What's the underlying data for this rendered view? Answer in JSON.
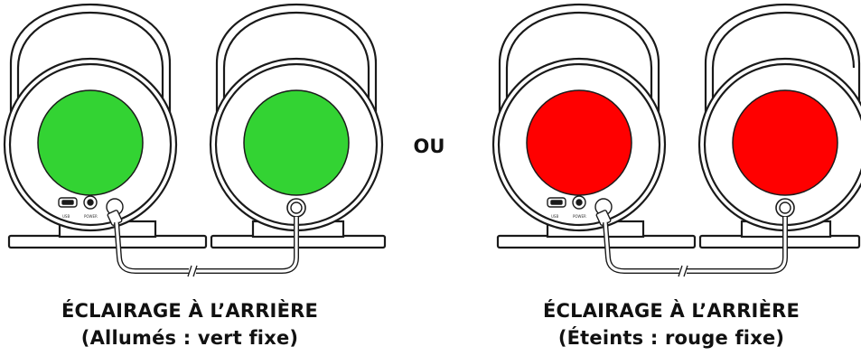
{
  "separator": "OU",
  "panels": [
    {
      "caption_title": "ÉCLAIRAGE À L’ARRIÈRE",
      "caption_subtitle": "(Allumés : vert fixe)",
      "light_color": "#33d333",
      "port_labels": [
        "USB",
        "POWER"
      ]
    },
    {
      "caption_title": "ÉCLAIRAGE À L’ARRIÈRE",
      "caption_subtitle": "(Éteints : rouge fixe)",
      "light_color": "#ff0000",
      "port_labels": [
        "USB",
        "POWER"
      ]
    }
  ],
  "colors": {
    "outline": "#1a1a1a",
    "cable": "#555555"
  }
}
